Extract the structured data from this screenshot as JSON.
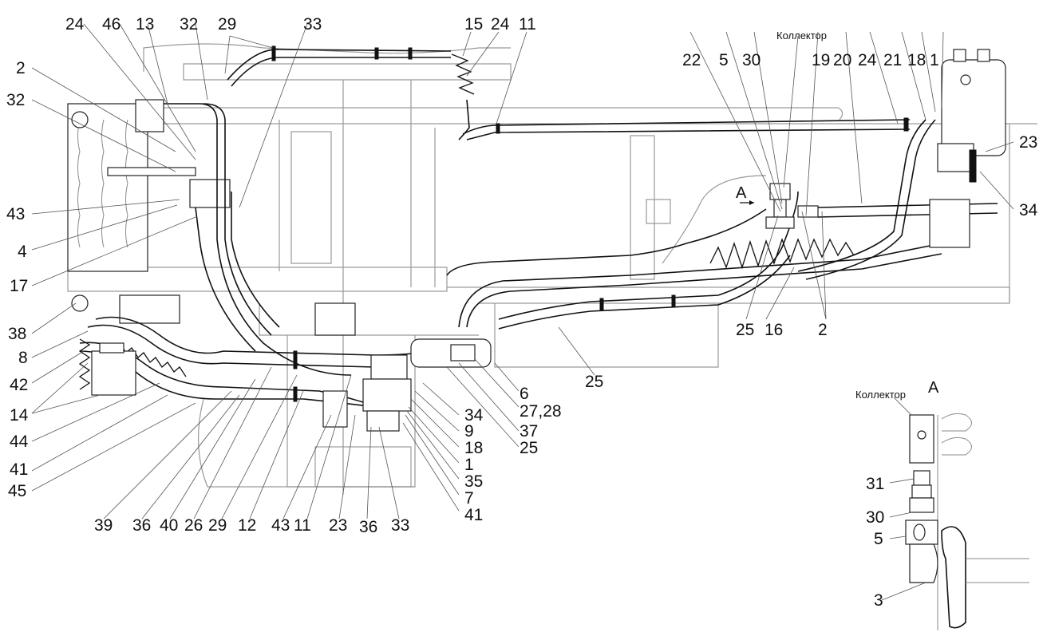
{
  "title": "Hydraulic hose routing assembly drawing",
  "collector_label": "Коллектор",
  "view_marker": "A",
  "section_view": {
    "title": "A",
    "collector_label": "Коллектор",
    "callouts": [
      "31",
      "30",
      "5",
      "3"
    ]
  },
  "callouts": {
    "top_left": [
      "24",
      "46",
      "13",
      "32",
      "29",
      "33",
      "15",
      "24",
      "11"
    ],
    "top_right": [
      "22",
      "5",
      "30",
      "19",
      "20",
      "24",
      "21",
      "18",
      "1",
      "23",
      "34"
    ],
    "left_side": [
      "2",
      "32",
      "43",
      "4",
      "17",
      "38",
      "8",
      "42",
      "14",
      "44",
      "41",
      "45"
    ],
    "bottom_row": [
      "39",
      "36",
      "40",
      "26",
      "29",
      "12",
      "43",
      "11",
      "23",
      "36",
      "33"
    ],
    "center_column": [
      "34",
      "9",
      "18",
      "1",
      "35",
      "7",
      "41"
    ],
    "center_right": [
      "6",
      "27,28",
      "37",
      "25",
      "25"
    ],
    "right_bottom": [
      "25",
      "16",
      "2"
    ]
  }
}
